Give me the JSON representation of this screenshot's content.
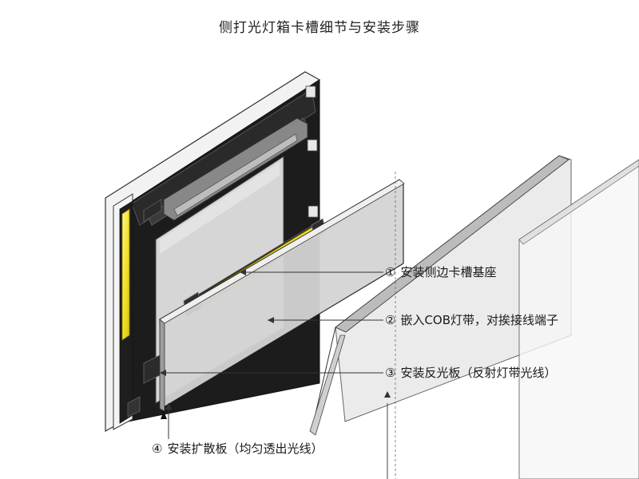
{
  "title": "侧打光灯箱卡槽细节与安装步骤",
  "steps": [
    {
      "num": "①",
      "text": "安装侧边卡槽基座"
    },
    {
      "num": "②",
      "text": "嵌入COB灯带，对挨接线端子"
    },
    {
      "num": "③",
      "text": "安装反光板（反射灯带光线）"
    },
    {
      "num": "④",
      "text": "安装扩散板（均匀透出光线）"
    }
  ],
  "colors": {
    "frame": "#1c1c1c",
    "frame_light": "#f2f2f2",
    "led_strip": "#f3e12a",
    "panel": "#d9d9d9",
    "outline": "#333333"
  }
}
